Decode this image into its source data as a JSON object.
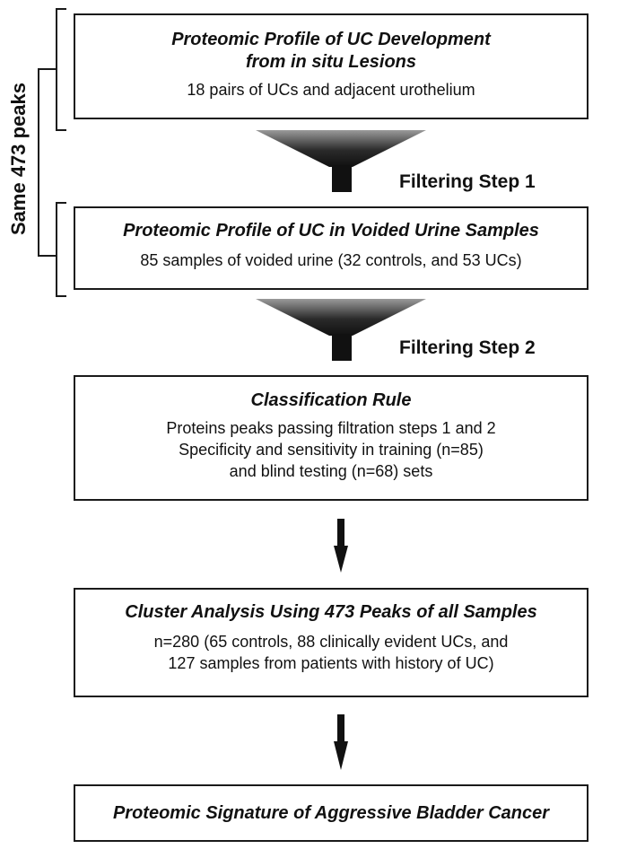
{
  "side_label": "Same 473 peaks",
  "boxes": [
    {
      "title_lines": [
        "Proteomic Profile of UC Development",
        "from in situ Lesions"
      ],
      "body_lines": [
        "18 pairs of UCs and adjacent urothelium"
      ]
    },
    {
      "title_lines": [
        "Proteomic Profile of UC in Voided Urine Samples"
      ],
      "body_lines": [
        "85 samples of voided urine (32 controls, and 53 UCs)"
      ]
    },
    {
      "title_lines": [
        "Classification Rule"
      ],
      "body_lines": [
        "Proteins peaks passing filtration steps 1 and 2",
        "Specificity and sensitivity in training (n=85)",
        "and blind testing (n=68) sets"
      ]
    },
    {
      "title_lines": [
        "Cluster Analysis Using 473 Peaks of all Samples"
      ],
      "body_lines": [
        "n=280 (65 controls, 88 clinically evident UCs, and",
        "127 samples from patients with history of UC)"
      ]
    },
    {
      "title_lines": [
        "Proteomic Signature of Aggressive Bladder Cancer"
      ],
      "body_lines": []
    }
  ],
  "filter_steps": [
    "Filtering Step 1",
    "Filtering Step 2"
  ]
}
